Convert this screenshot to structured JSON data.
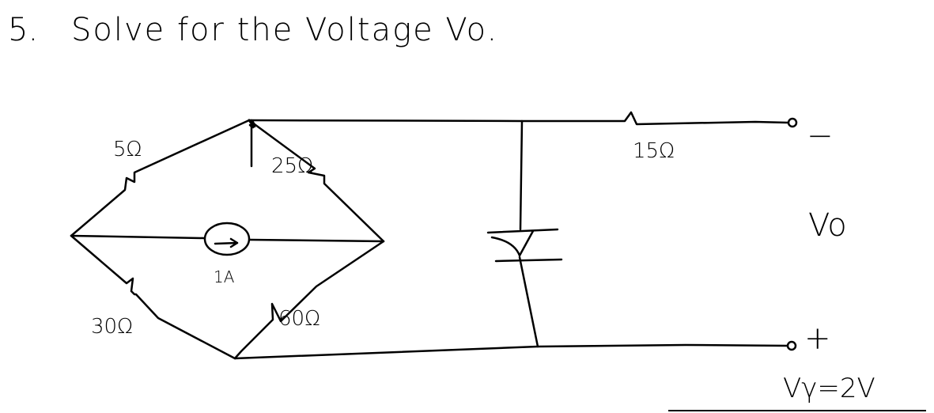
{
  "problem": {
    "number": "5.",
    "statement": "Solve for the Voltage Vo."
  },
  "circuit": {
    "resistors": [
      {
        "label": "5Ω"
      },
      {
        "label": "25Ω"
      },
      {
        "label": "30Ω"
      },
      {
        "label": "60Ω"
      },
      {
        "label": "15Ω"
      }
    ],
    "current_source": {
      "label": "1A",
      "direction": "right"
    },
    "output": {
      "label": "Vo",
      "minus": "−",
      "plus": "+"
    },
    "diode_note": "Vγ=2V"
  },
  "colors": {
    "ink": "#000000",
    "paper": "#ffffff"
  }
}
